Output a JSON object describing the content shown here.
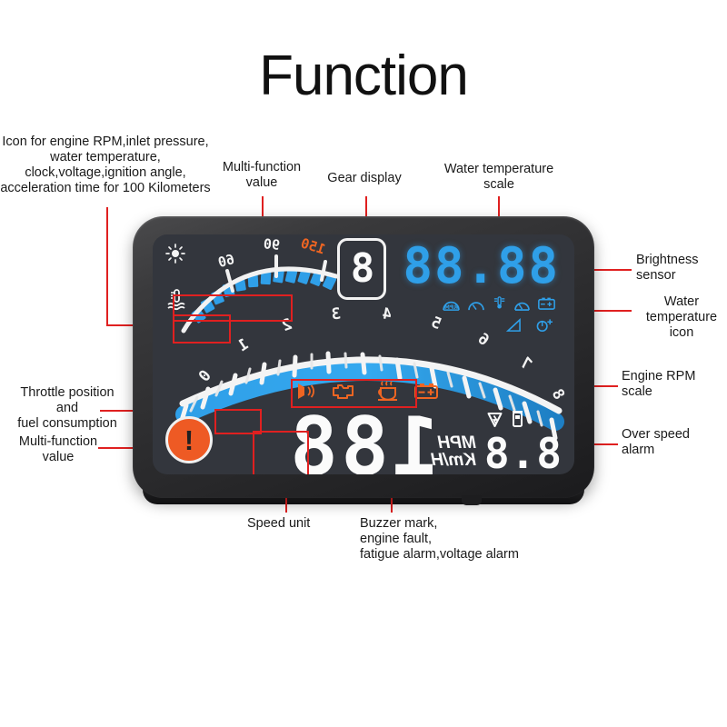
{
  "page": {
    "title": "Function",
    "background": "#ffffff",
    "accent_red": "#e02020"
  },
  "device": {
    "name": "Car HUD head-up display unit",
    "body_color": "#2e2e30",
    "screen_color": "#33363d",
    "note": "screen graphics are mirrored left-right"
  },
  "display": {
    "multi_function_top": "88.88",
    "gear": "8",
    "main_speed": "188",
    "multi_function_bottom": "8.8",
    "speed_units": [
      "MPH",
      "Km/H"
    ],
    "water_temp_scale": {
      "labels": [
        "150",
        "90",
        "60"
      ],
      "hot_label": "150",
      "hot_color": "#ef6522",
      "tick_color": "#2f9fe8"
    },
    "rpm_scale": {
      "labels": [
        "8",
        "7",
        "6",
        "5",
        "4",
        "3",
        "2",
        "1",
        "0"
      ],
      "bar_color": "#2f9fe8"
    },
    "top_icon_row": [
      "battery-icon",
      "clock-icon",
      "water-temperature-icon",
      "inlet-pressure-gauge-icon",
      "rpm-gauge-icon"
    ],
    "second_icon_row": [
      "acceleration-time-icon",
      "ignition-angle-icon"
    ],
    "warning_icons": [
      "voltage-alarm-icon",
      "fatigue-alarm-coffee-icon",
      "engine-fault-icon",
      "buzzer-mark-icon"
    ],
    "fuel_icons": [
      "fuel-consumption-icon",
      "throttle-position-icon"
    ],
    "brightness_sensor_icon": "sun-icon",
    "water_temperature_icon": "thermometer-water-icon",
    "over_speed_alarm_icon": "exclamation-alarm-icon",
    "digit_blue": "#2f9fe8",
    "digit_white": "#fbfbfb",
    "warn_orange": "#ef6522",
    "alarm_orange": "#ee5a24"
  },
  "callouts": {
    "icons_top_left": "Icon for engine RPM,inlet pressure,\nwater temperature,\nclock,voltage,ignition angle,\nacceleration time for 100 Kilometers",
    "multi_function_value_top": "Multi-function\nvalue",
    "gear_display": "Gear display",
    "water_temperature_scale": "Water temperature\nscale",
    "brightness_sensor": "Brightness\nsensor",
    "water_temperature_icon": "Water\ntemperature\nicon",
    "engine_rpm_scale": "Engine RPM\nscale",
    "over_speed_alarm": "Over speed\nalarm",
    "throttle_and_fuel": "Throttle position\nand\nfuel consumption",
    "multi_function_value_bottom": "Multi-function\nvalue",
    "speed_unit": "Speed unit",
    "buzzer_and_alarms": "Buzzer mark,\nengine fault,\nfatigue alarm,voltage alarm"
  }
}
